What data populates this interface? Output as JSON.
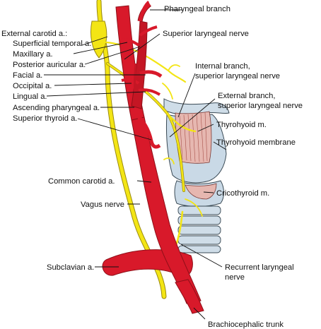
{
  "labels": {
    "pharyngeal_branch": "Pharyngeal branch",
    "external_carotid": "External carotid a.:",
    "superficial_temporal": "Superficial temporal a.",
    "maxillary": "Maxillary a.",
    "posterior_auricular": "Posterior auricular a.",
    "facial": "Facial a.",
    "occipital": "Occipital a.",
    "lingual": "Lingual a.",
    "ascending_pharyngeal": "Ascending pharyngeal a.",
    "superior_thyroid": "Superior thyroid a.",
    "superior_laryngeal_nerve": "Superior laryngeal nerve",
    "internal_branch_1": "Internal branch,",
    "internal_branch_2": "superior laryngeal nerve",
    "external_branch_1": "External branch,",
    "external_branch_2": "superior laryngeal nerve",
    "thyrohyoid_m": "Thyrohyoid m.",
    "thyrohyoid_membrane": "Thyrohyoid membrane",
    "cricothyroid_m": "Cricothyroid m.",
    "common_carotid": "Common carotid a.",
    "vagus_nerve": "Vagus nerve",
    "subclavian": "Subclavian a.",
    "recurrent_laryngeal_1": "Recurrent laryngeal",
    "recurrent_laryngeal_2": "nerve",
    "brachiocephalic_trunk": "Brachiocephalic trunk"
  },
  "colors": {
    "artery": "#d8192a",
    "artery_dark": "#8e0f18",
    "nerve": "#f3e515",
    "nerve_outline": "#9a8a10",
    "cartilage": "#c9d9e6",
    "muscle": "#e6b7b0",
    "leader": "#111111"
  }
}
